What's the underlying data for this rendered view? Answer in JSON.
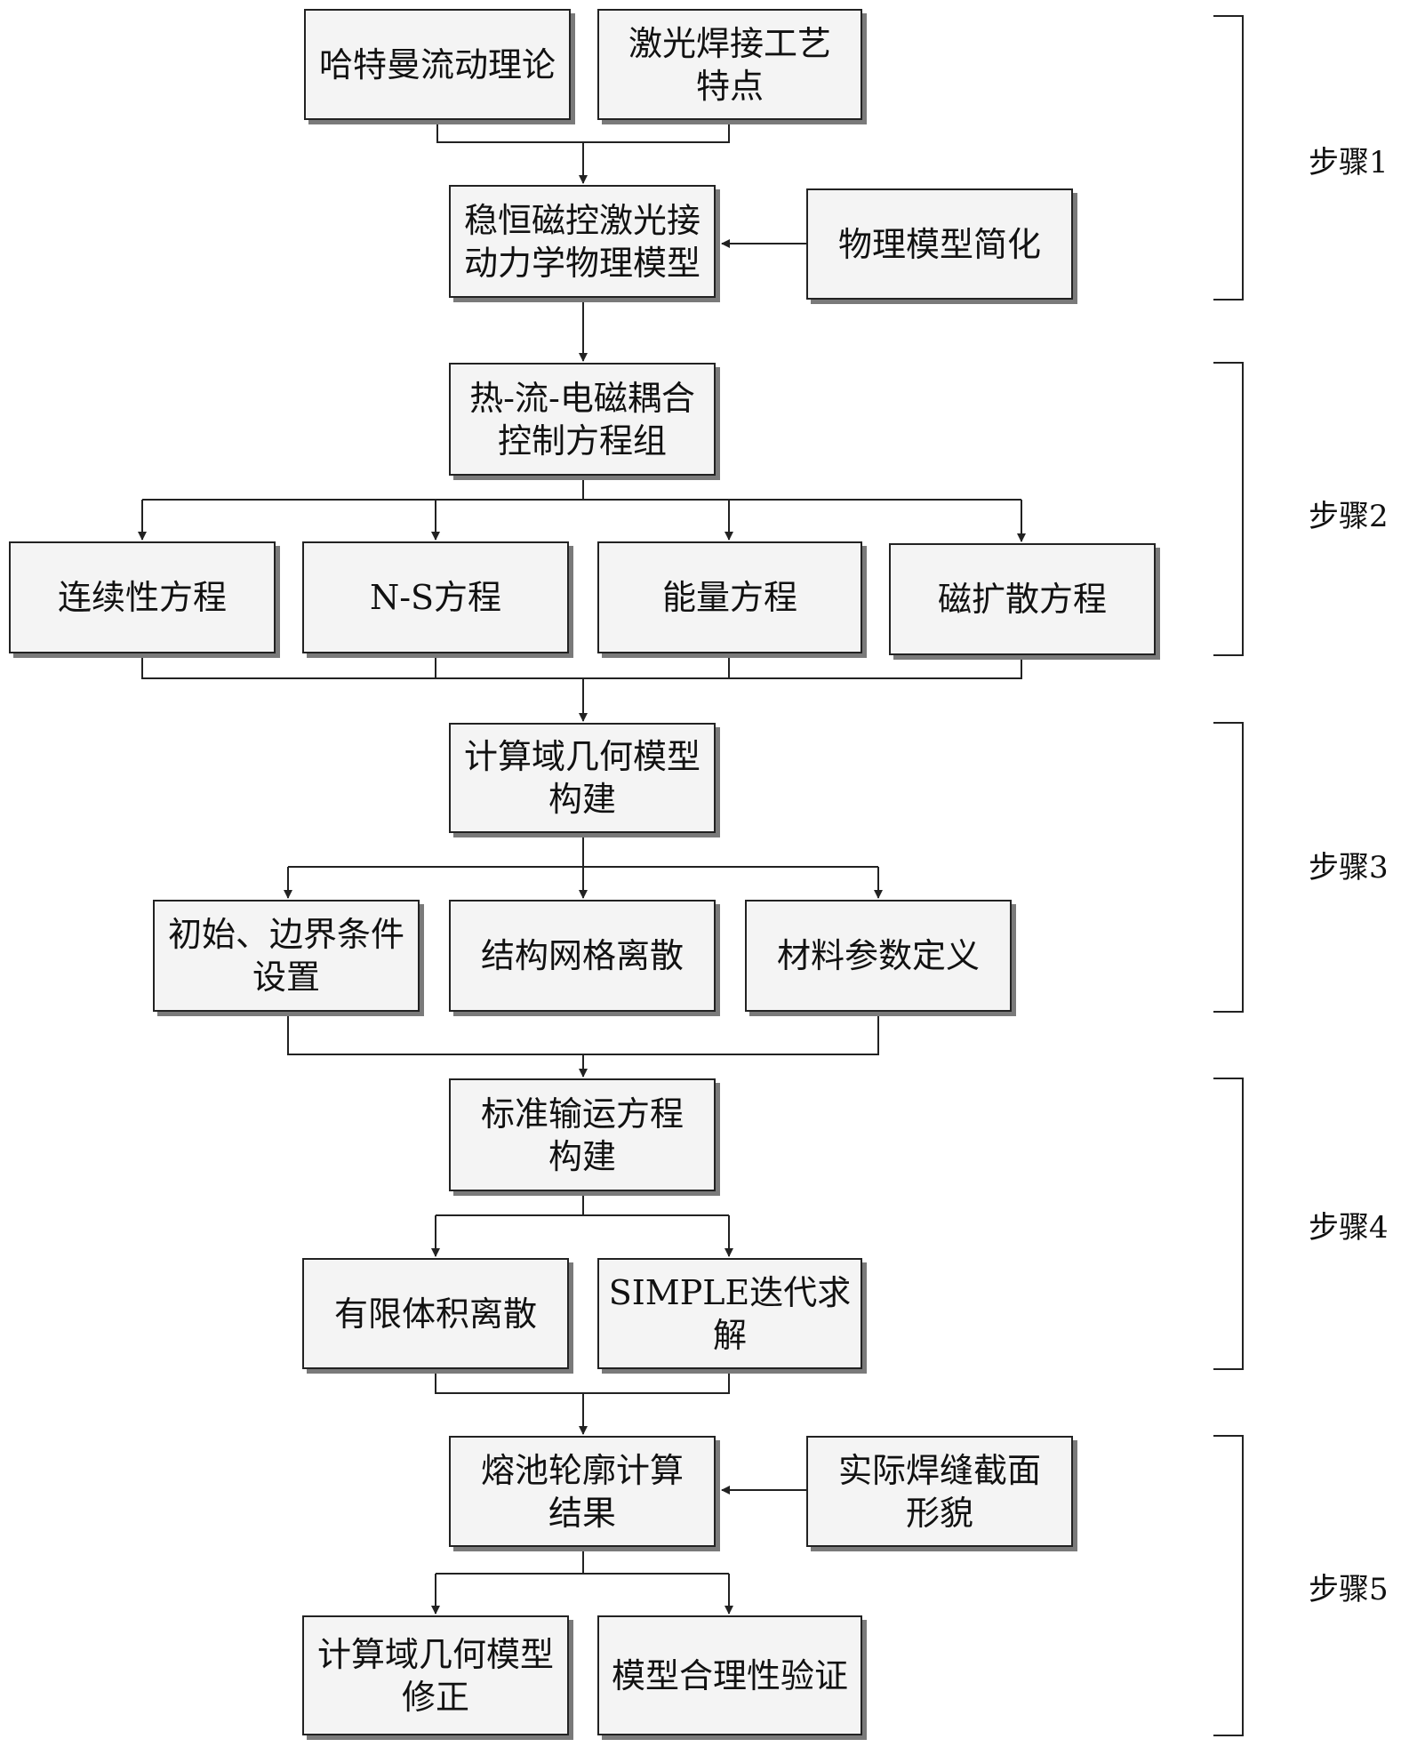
{
  "boxes": {
    "b1": "哈特曼流动理论",
    "b2": "激光焊接工艺\n特点",
    "b3": "稳恒磁控激光接\n动力学物理模型",
    "b4": "物理模型简化",
    "b5": "热-流-电磁耦合\n控制方程组",
    "b6": "连续性方程",
    "b7": "N-S方程",
    "b8": "能量方程",
    "b9": "磁扩散方程",
    "b10": "计算域几何模型\n构建",
    "b11": "初始、边界条件\n设置",
    "b12": "结构网格离散",
    "b13": "材料参数定义",
    "b14": "标准输运方程\n构建",
    "b15": "有限体积离散",
    "b16": "SIMPLE迭代求解",
    "b17": "熔池轮廓计算\n结果",
    "b18": "实际焊缝截面\n形貌",
    "b19": "计算域几何模型\n修正",
    "b20": "模型合理性验证"
  },
  "steps": [
    "步骤1",
    "步骤2",
    "步骤3",
    "步骤4",
    "步骤5"
  ]
}
